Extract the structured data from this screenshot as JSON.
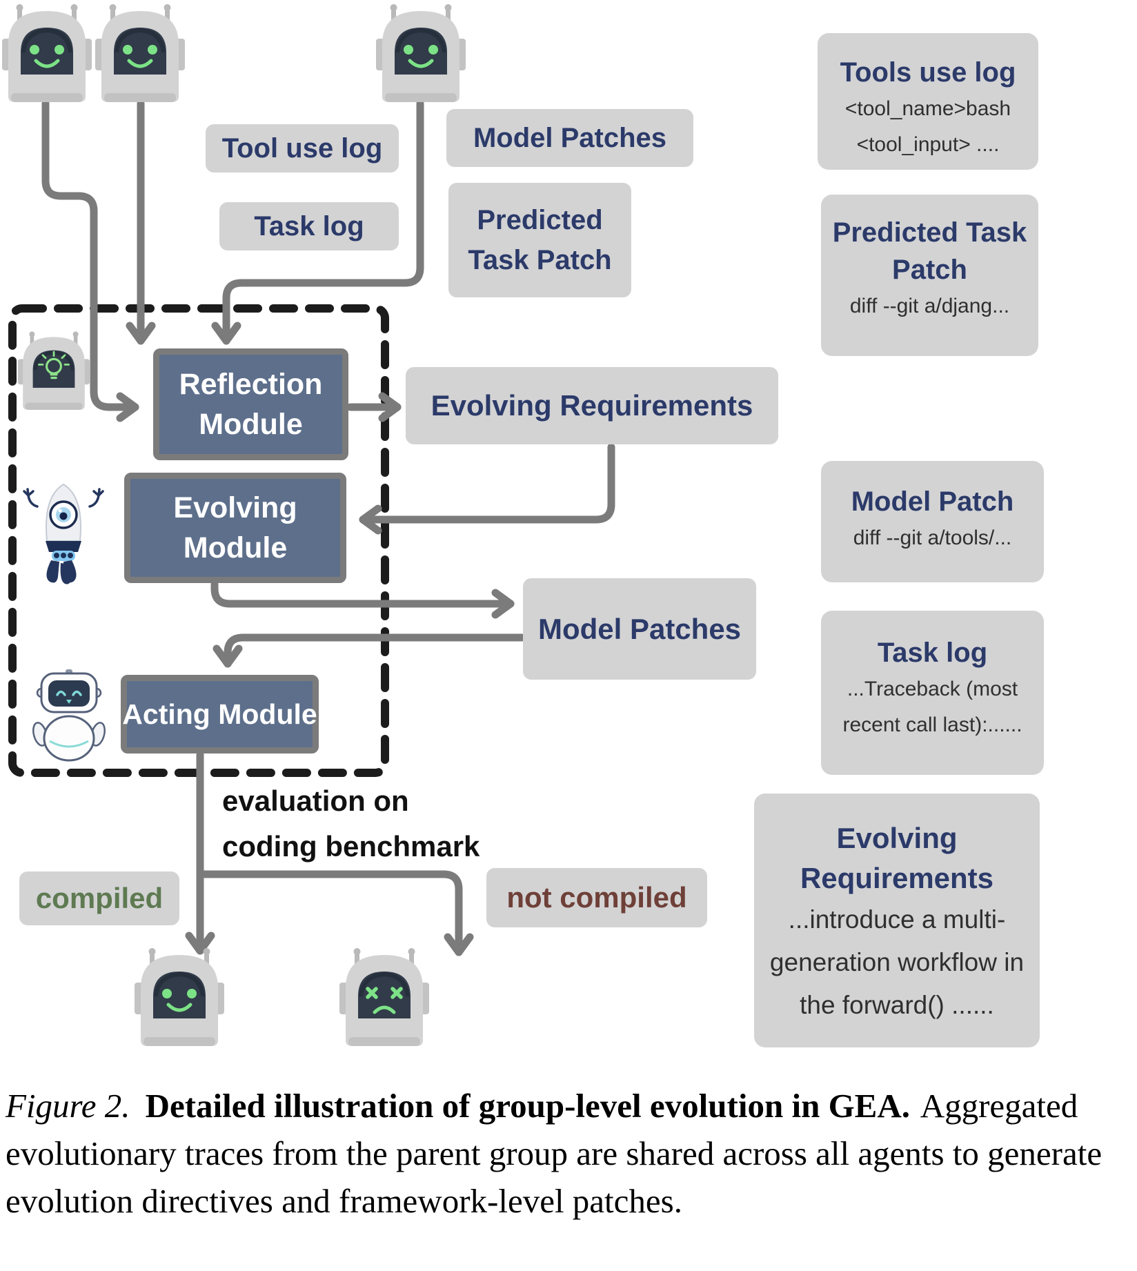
{
  "colors": {
    "accent_navy": "#2b3a69",
    "module_fill": "#5d6f8b",
    "connector_grey": "#7b7b7b",
    "panel_grey": "#d3d3d4",
    "compiled_green": "#5e7a52",
    "not_compiled_maroon": "#6e4038",
    "robot_face_green": "#7de287"
  },
  "icons": {
    "parent_agents": "happy-robot-icon",
    "reflection": "lightbulb-robot-icon",
    "evolving": "one-eye-robot-icon",
    "acting": "cute-robot-icon",
    "success": "happy-robot-icon",
    "failure": "dead-robot-icon"
  },
  "top_labels": {
    "tool_use_log": "Tool use log",
    "task_log": "Task log",
    "model_patches": "Model Patches",
    "predicted_task_patch": "Predicted Task Patch"
  },
  "modules": {
    "reflection": "Reflection Module",
    "evolving": "Evolving Module",
    "acting": "Acting Module"
  },
  "mid_labels": {
    "evolving_requirements": "Evolving Requirements",
    "model_patches": "Model Patches"
  },
  "flow": {
    "evaluation_line1": "evaluation on",
    "evaluation_line2": "coding benchmark",
    "compiled": "compiled",
    "not_compiled": "not compiled"
  },
  "panels": [
    {
      "title": "Tools use log",
      "lines": [
        "<tool_name>bash",
        "<tool_input> ...."
      ]
    },
    {
      "title": "Predicted Task Patch",
      "lines": [
        "diff --git a/djang..."
      ]
    },
    {
      "title": "Model Patch",
      "lines": [
        "diff --git a/tools/..."
      ]
    },
    {
      "title": "Task log",
      "lines": [
        "...Traceback (most",
        "recent call last):......"
      ]
    },
    {
      "title": "Evolving Requirements",
      "lines": [
        "...introduce a multi-",
        "generation workflow in",
        "the forward() ......"
      ]
    }
  ],
  "caption": {
    "figure_label": "Figure 2.",
    "bold": "Detailed illustration of group-level evolution in GEA.",
    "text": "Aggregated evolutionary traces from the parent group are shared across all agents to generate evolution directives and framework-level patches."
  }
}
